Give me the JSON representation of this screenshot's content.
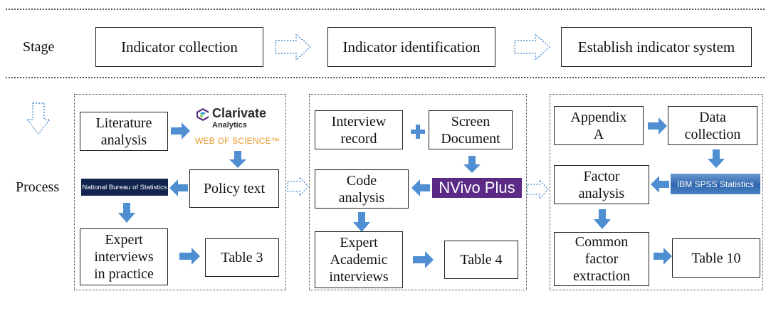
{
  "rows": {
    "stage_label": "Stage",
    "process_label": "Process"
  },
  "stages": [
    "Indicator collection",
    "Indicator identification",
    "Establish indicator system"
  ],
  "col1": {
    "literature": "Literature\nanalysis",
    "policy": "Policy text",
    "expert": "Expert\ninterviews\nin practice",
    "table": "Table 3"
  },
  "col2": {
    "interview": "Interview\nrecord",
    "screen": "Screen\nDocument",
    "code": "Code\nanalysis",
    "expert": "Expert\nAcademic\ninterviews",
    "table": "Table 4"
  },
  "col3": {
    "appendix": "Appendix\nA",
    "data": "Data\ncollection",
    "factor": "Factor\nanalysis",
    "common": "Common\nfactor\nextraction",
    "table": "Table 10"
  },
  "logos": {
    "clarivate": "Clarivate",
    "clarivate_sub": "Analytics",
    "wos": "WEB OF SCIENCE™",
    "nbs": "National Bureau of Statistics",
    "nvivo": "NVivo Plus",
    "spss": "IBM SPSS Statistics"
  },
  "colors": {
    "arrow_blue": "#4f8fd1",
    "arrow_outline": "#4f8fd1",
    "plus": "#4f8fd1"
  }
}
